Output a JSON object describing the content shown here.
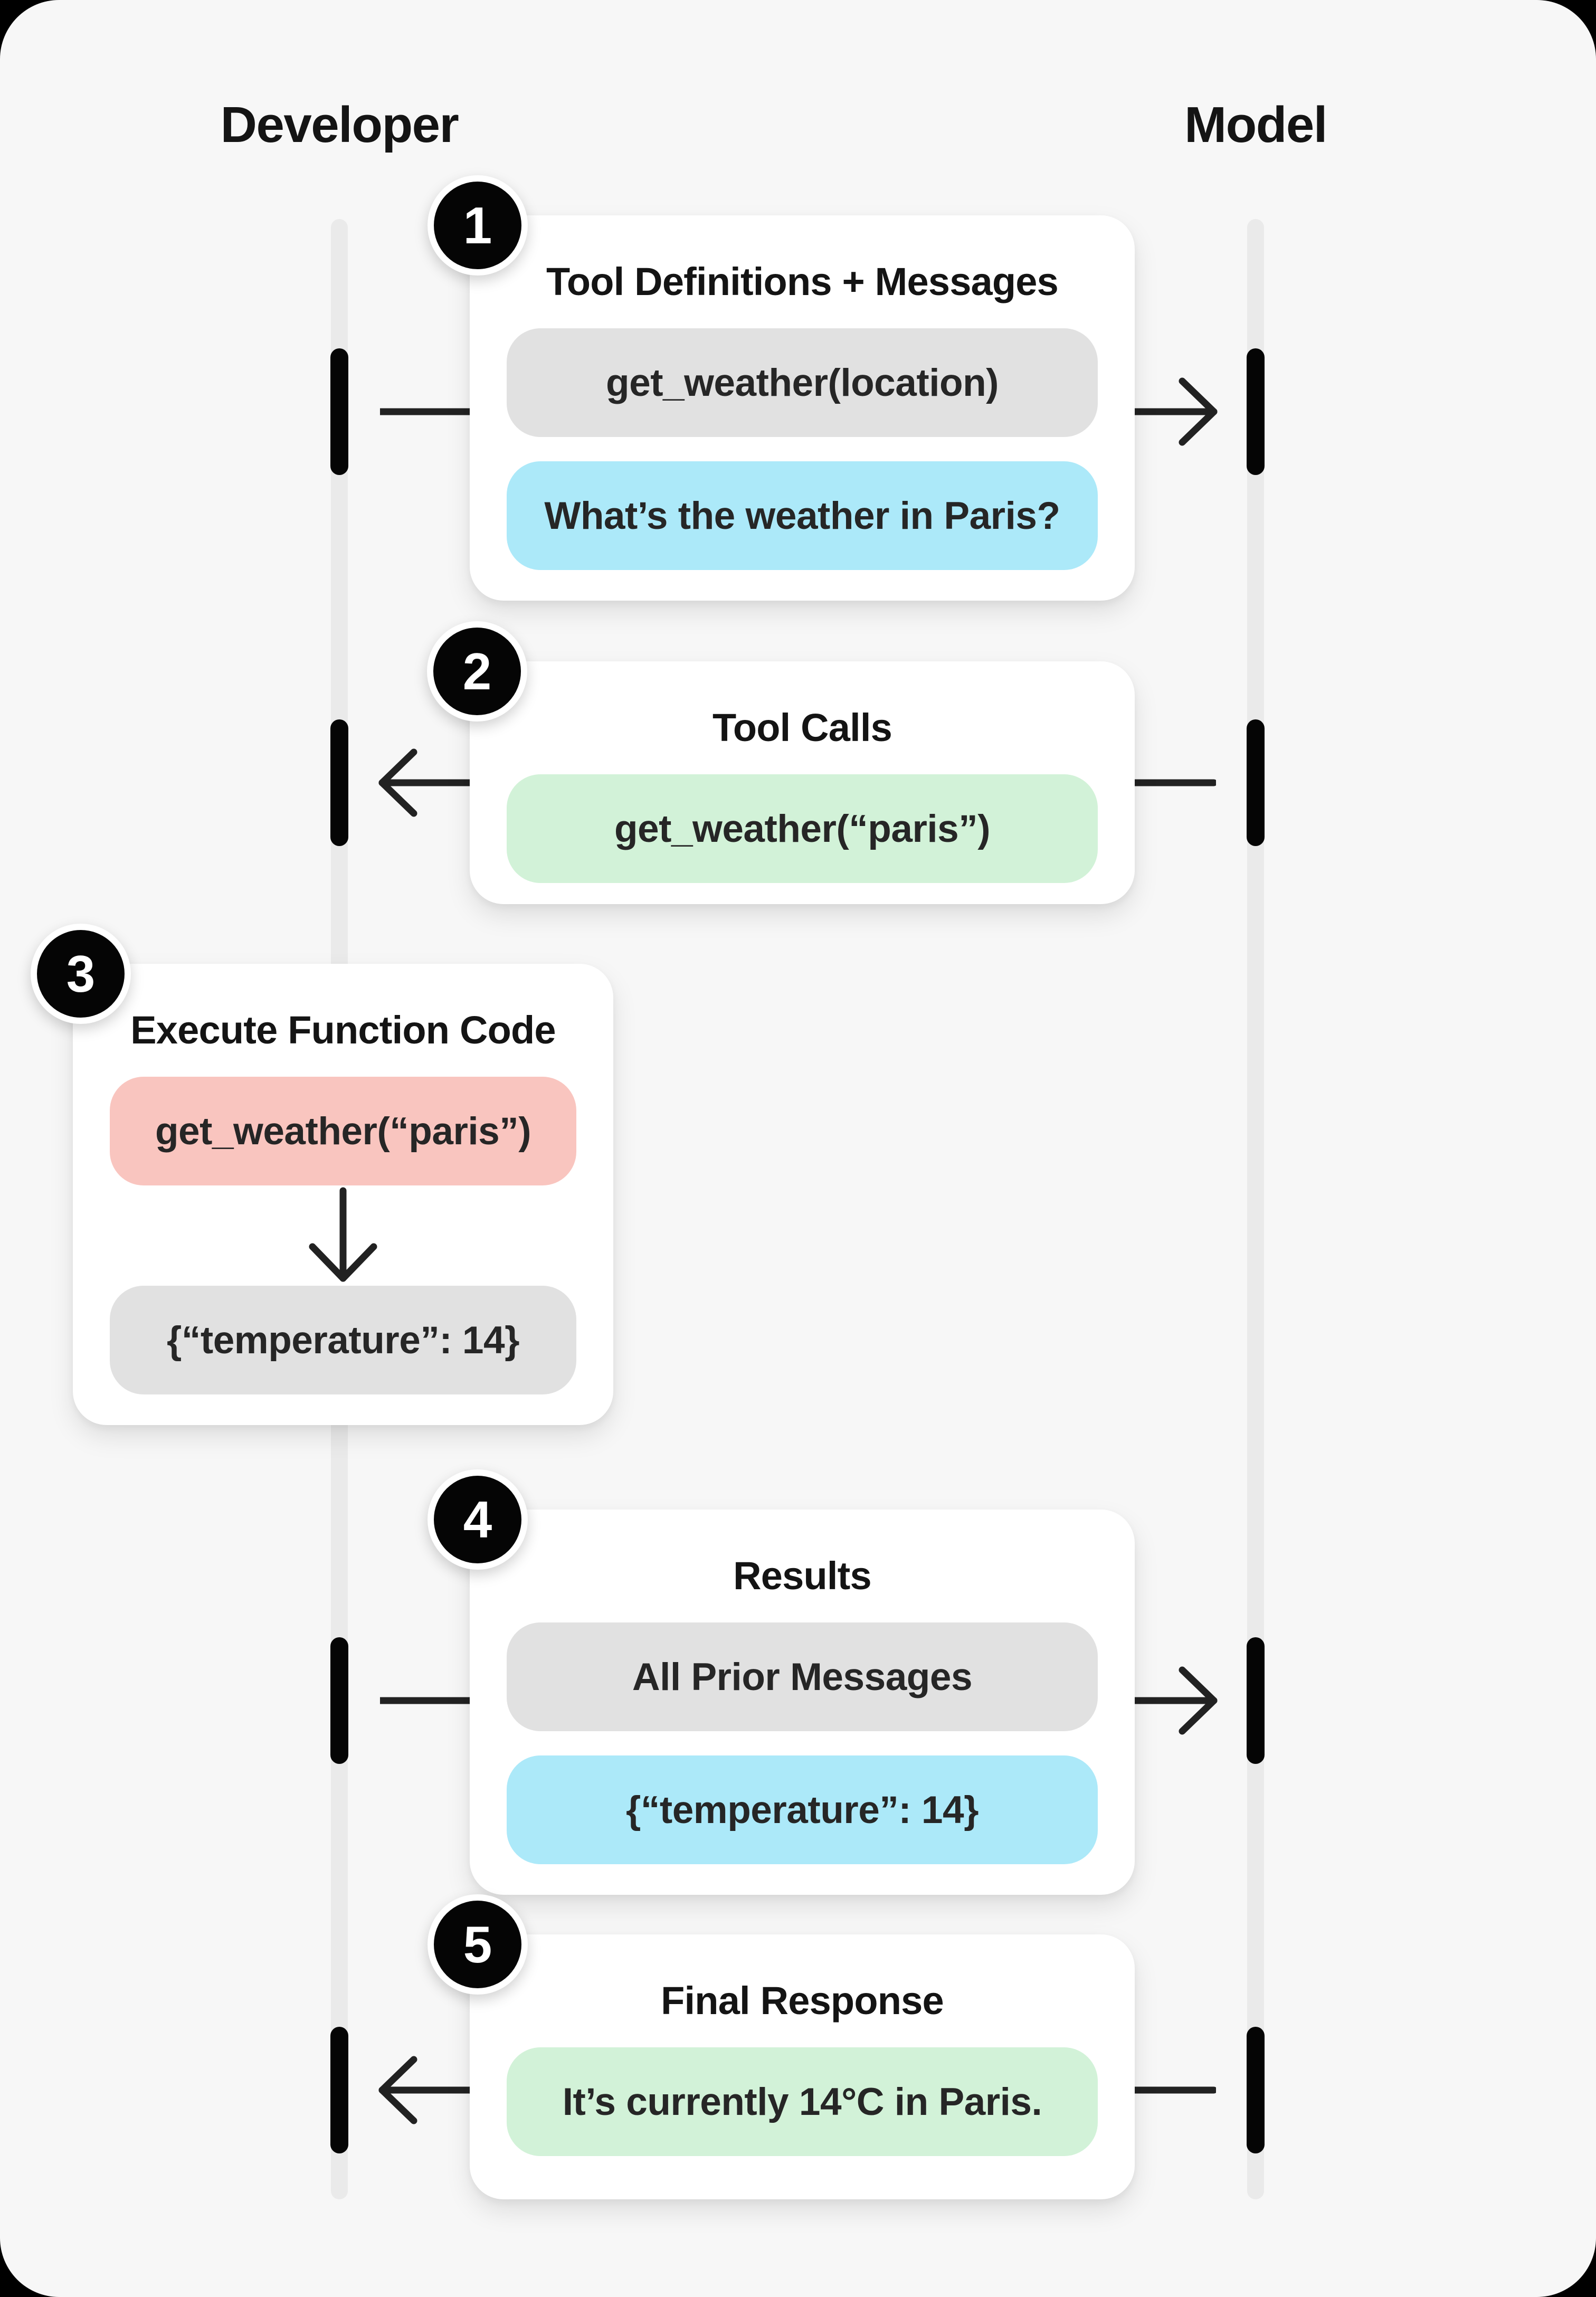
{
  "colors": {
    "page_bg": "#000000",
    "panel_bg": "#f7f7f7",
    "lifeline": "#eaeaea",
    "activation": "#050505",
    "arrow": "#222222",
    "card_bg": "#ffffff",
    "pill_gray": "#e1e1e1",
    "pill_blue": "#ace9f9",
    "pill_green": "#d2f2d8",
    "pill_red": "#f9c5bf",
    "pill_text": "#262626",
    "text_dark": "#141414",
    "badge_bg": "#050505",
    "badge_text": "#ffffff"
  },
  "actors": {
    "left": "Developer",
    "right": "Model"
  },
  "steps": [
    {
      "number": "1",
      "title": "Tool Definitions + Messages",
      "direction": "developer-to-model",
      "pills": [
        {
          "variant": "gray",
          "text": "get_weather(location)"
        },
        {
          "variant": "blue",
          "text": "What’s the weather in Paris?"
        }
      ]
    },
    {
      "number": "2",
      "title": "Tool Calls",
      "direction": "model-to-developer",
      "pills": [
        {
          "variant": "green",
          "text": "get_weather(“paris”)"
        }
      ]
    },
    {
      "number": "3",
      "title": "Execute Function Code",
      "direction": "developer-local",
      "pills": [
        {
          "variant": "red",
          "text": "get_weather(“paris”)"
        },
        {
          "variant": "gray",
          "text": "{“temperature”: 14}"
        }
      ]
    },
    {
      "number": "4",
      "title": "Results",
      "direction": "developer-to-model",
      "pills": [
        {
          "variant": "gray",
          "text": "All Prior Messages"
        },
        {
          "variant": "blue",
          "text": "{“temperature”: 14}"
        }
      ]
    },
    {
      "number": "5",
      "title": "Final Response",
      "direction": "model-to-developer",
      "pills": [
        {
          "variant": "green",
          "text": "It’s currently 14°C in Paris."
        }
      ]
    }
  ]
}
